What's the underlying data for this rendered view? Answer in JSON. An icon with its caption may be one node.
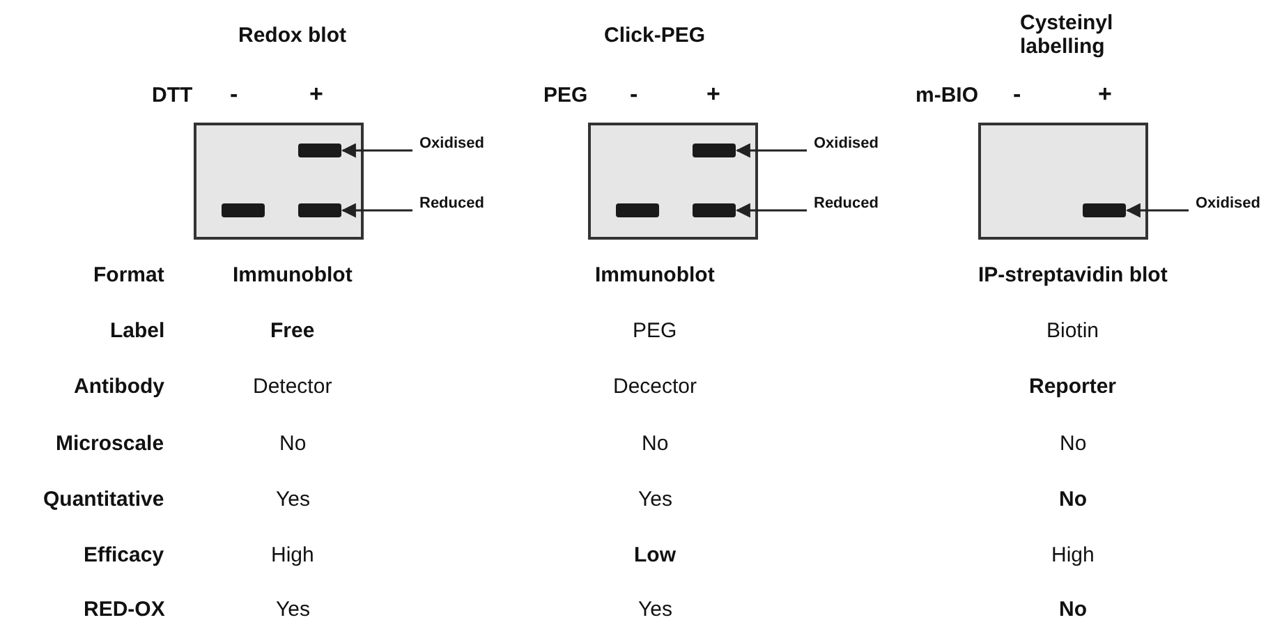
{
  "diagram": {
    "nodes": [
      {
        "text": [],
        "shape": "box"
      },
      {
        "text": [],
        "shape": "bar",
        "in": 0
      },
      {
        "text": [],
        "shape": "bar",
        "in": 0
      },
      {
        "text": [],
        "shape": "bar",
        "in": 0
      },
      {
        "text": [
          "Oxidised"
        ]
      },
      {
        "text": [
          "Reduced"
        ]
      },
      {
        "text": [],
        "shape": "box"
      },
      {
        "text": [],
        "shape": "bar",
        "in": 6
      },
      {
        "text": [],
        "shape": "bar",
        "in": 6
      },
      {
        "text": [],
        "shape": "bar",
        "in": 6
      },
      {
        "text": [
          "Oxidised"
        ]
      },
      {
        "text": [
          "Reduced"
        ]
      },
      {
        "text": [],
        "shape": "box"
      },
      {
        "text": [],
        "shape": "bar",
        "in": 12
      },
      {
        "text": [
          "Oxidised"
        ]
      }
    ],
    "edges": [
      {
        "from": 4,
        "to": 1,
        "arrow": "to"
      },
      {
        "from": 5,
        "to": 3,
        "arrow": "to"
      },
      {
        "from": 10,
        "to": 7,
        "arrow": "to"
      },
      {
        "from": 11,
        "to": 9,
        "arrow": "to"
      },
      {
        "from": 14,
        "to": 13,
        "arrow": "to"
      }
    ],
    "labels": [
      "Redox blot",
      "Click-PEG",
      "Cysteinyl labelling",
      "DTT",
      "-",
      "+",
      "PEG",
      "-",
      "+",
      "m-BIO",
      "-",
      "+",
      "Format",
      "Immunoblot",
      "Immunoblot",
      "IP-streptavidin blot",
      "Label",
      "Free",
      "PEG",
      "Biotin",
      "Antibody",
      "Detector",
      "Decector",
      "Reporter",
      "Microscale",
      "No",
      "No",
      "No",
      "Quantitative",
      "Yes",
      "Yes",
      "No",
      "Efficacy",
      "High",
      "Low",
      "High",
      "RED-OX",
      "Yes",
      "Yes",
      "No"
    ]
  }
}
